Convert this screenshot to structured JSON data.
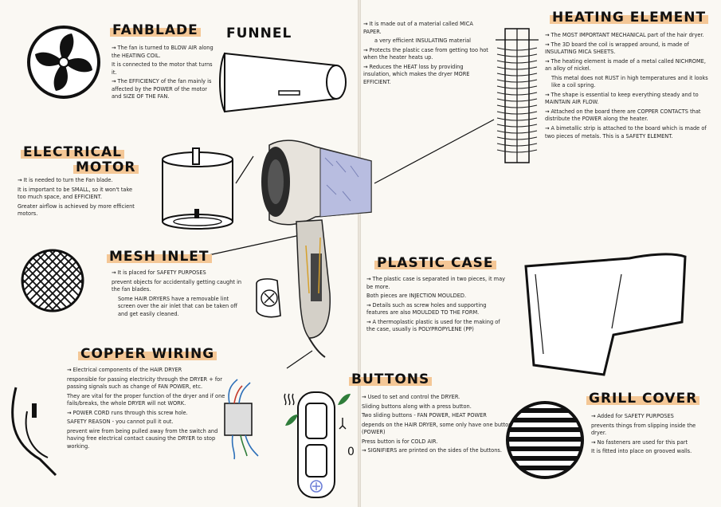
{
  "sections": {
    "fan_blade": {
      "title": "FANBLADE",
      "notes": [
        "The fan is turned to BLOW AIR along the HEATING COIL.",
        "It is connected to the motor that turns it.",
        "The EFFICIENCY of the fan mainly is affected by the POWER of the motor and SIZE OF THE FAN."
      ]
    },
    "funnel": {
      "title": "FUNNEL",
      "notes": [
        "It is made out of a material called MICA PAPER.",
        "a very efficient INSULATING material",
        "Protects the plastic case from getting too hot when the heater heats up.",
        "Reduces the HEAT loss by providing insulation, which makes the dryer MORE EFFICIENT."
      ]
    },
    "heating_element": {
      "title": "HEATING ELEMENT",
      "notes": [
        "The MOST IMPORTANT MECHANICAL part of the hair dryer.",
        "The 3D board the coil is wrapped around, is made of INSULATING MICA SHEETS.",
        "The heating element is made of a metal called NICHROME, an alloy of nickel.",
        "This metal does not RUST in high temperatures and it looks like a coil spring.",
        "The shape is essential to keep everything steady and to MAINTAIN AIR FLOW.",
        "Attached on the board there are COPPER CONTACTS that distribute the POWER along the heater.",
        "A bimetallic strip is attached to the board which is made of two pieces of metals. This is a SAFETY ELEMENT."
      ]
    },
    "electrical_motor": {
      "title_line1": "ELECTRICAL",
      "title_line2": "MOTOR",
      "notes": [
        "It is needed to turn the Fan blade.",
        "It is important to be SMALL, so it won't take too much space, and EFFICIENT.",
        "Greater airflow is achieved by more efficient motors."
      ]
    },
    "mesh_inlet": {
      "title": "MESH INLET",
      "notes": [
        "It is placed for SAFETY PURPOSES",
        "prevent objects for accidentally getting caught in the fan blades.",
        "Some HAIR DRYERS have a removable lint screen over the air inlet that can be taken off and get easily cleaned."
      ]
    },
    "plastic_case": {
      "title": "PLASTIC CASE",
      "notes": [
        "The plastic case is separated in two pieces, it may be more.",
        "Both pieces are INJECTION MOULDED.",
        "Details such as screw holes and supporting features are also MOULDED TO THE FORM.",
        "A thermoplastic plastic is used for the making of the case, usually is POLYPROPYLENE (PP)"
      ]
    },
    "copper_wiring": {
      "title": "COPPER WIRING",
      "notes": [
        "Electrical components of the HAIR DRYER",
        "responsible for passing electricity through the DRYER + for passing signals such as change of FAN POWER, etc.",
        "They are vital for the proper function of the dryer and if one fails/breaks, the whole DRYER will not WORK.",
        "POWER CORD runs through this screw hole.",
        "SAFETY REASON - you cannot pull it out.",
        "prevent wire from being pulled away from the switch and having free electrical contact causing the DRYER to stop working."
      ]
    },
    "buttons": {
      "title": "BUTTONS",
      "notes": [
        "Used to set and control the DRYER.",
        "Sliding buttons along with a press button.",
        "Two sliding buttons - FAN POWER, HEAT POWER",
        "depends on the HAIR DRYER, some only have one button (POWER)",
        "Press button is for COLD AIR.",
        "SIGNIFIERS are printed on the sides of the buttons."
      ],
      "panel_glyph": "0"
    },
    "grill_cover": {
      "title": "GRILL COVER",
      "notes": [
        "Added for SAFETY PURPOSES",
        "prevents things from slipping inside the dryer.",
        "No fasteners are used for this part",
        "It is fitted into place on grooved walls."
      ]
    }
  },
  "colors": {
    "highlight": "#f4c796",
    "ink": "#111111",
    "accent_blue": "#6b7dd6",
    "accent_green": "#2f7d3a"
  }
}
